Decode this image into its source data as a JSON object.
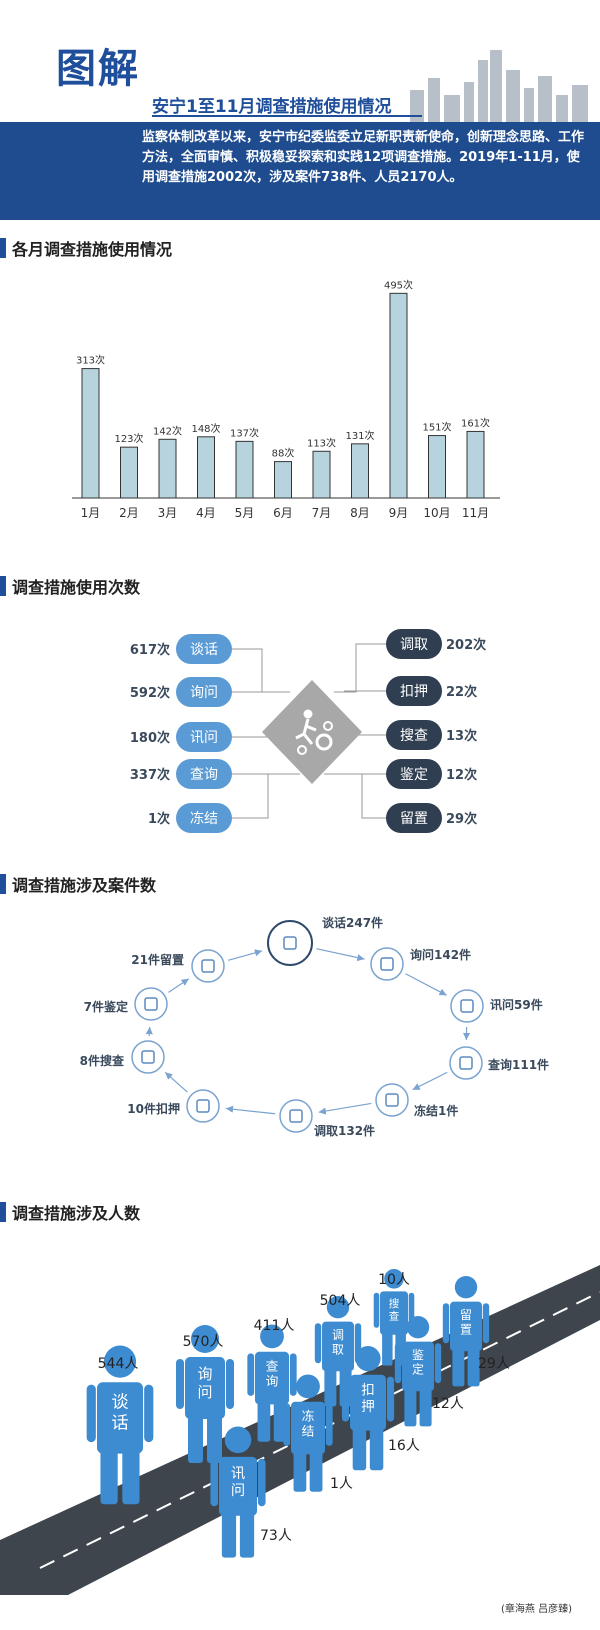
{
  "header": {
    "title": "图解",
    "subtitle": "安宁1至11月调查措施使用情况",
    "summary": "监察体制改革以来，安宁市纪委监委立足新职责新使命，创新理念思路、工作方法，全面审慎、积极稳妥探索和实践12项调查措施。2019年1-11月，使用调查措施2002次，涉及案件738件、人员2170人。"
  },
  "sections": {
    "s1": "各月调查措施使用情况",
    "s2": "调查措施使用次数",
    "s3": "调查措施涉及案件数",
    "s4": "调查措施涉及人数"
  },
  "chart_data": {
    "type": "bar",
    "categories": [
      "1月",
      "2月",
      "3月",
      "4月",
      "5月",
      "6月",
      "7月",
      "8月",
      "9月",
      "10月",
      "11月"
    ],
    "values": [
      313,
      123,
      142,
      148,
      137,
      88,
      113,
      131,
      495,
      151,
      161
    ],
    "data_labels": [
      "313次",
      "123次",
      "142次",
      "148次",
      "137次",
      "88次",
      "113次",
      "131次",
      "495次",
      "151次",
      "161次"
    ],
    "ylim": [
      0,
      520
    ],
    "bar_color": "#b7d4de",
    "title": "",
    "xlabel": "",
    "ylabel": ""
  },
  "usage": {
    "left": [
      {
        "label": "谈话",
        "count": "617次"
      },
      {
        "label": "询问",
        "count": "592次"
      },
      {
        "label": "讯问",
        "count": "180次"
      },
      {
        "label": "查询",
        "count": "337次"
      },
      {
        "label": "冻结",
        "count": "1次"
      }
    ],
    "right": [
      {
        "label": "调取",
        "count": "202次"
      },
      {
        "label": "扣押",
        "count": "22次"
      },
      {
        "label": "搜查",
        "count": "13次"
      },
      {
        "label": "鉴定",
        "count": "12次"
      },
      {
        "label": "留置",
        "count": "29次"
      }
    ],
    "left_color": "#5b9bd5",
    "right_color": "#2f3e50"
  },
  "cases": [
    {
      "label": "谈话247件",
      "icon": "papers-icon"
    },
    {
      "label": "询问142件",
      "icon": "pencil-icon"
    },
    {
      "label": "讯问59件",
      "icon": "gear-icon"
    },
    {
      "label": "查询111件",
      "icon": "monitor-icon"
    },
    {
      "label": "冻结1件",
      "icon": "target-icon"
    },
    {
      "label": "调取132件",
      "icon": "map-icon"
    },
    {
      "label": "10件扣押",
      "icon": "gears-icon"
    },
    {
      "label": "8件搜查",
      "icon": "bulb-icon"
    },
    {
      "label": "7件鉴定",
      "icon": "cloud-icon"
    },
    {
      "label": "21件留置",
      "icon": "megaphone-icon"
    }
  ],
  "people": [
    {
      "label": "谈话",
      "count": "544人"
    },
    {
      "label": "询问",
      "count": "570人"
    },
    {
      "label": "讯问",
      "count": "73人"
    },
    {
      "label": "查询",
      "count": "411人"
    },
    {
      "label": "冻结",
      "count": "1人"
    },
    {
      "label": "调取",
      "count": "504人"
    },
    {
      "label": "扣押",
      "count": "16人"
    },
    {
      "label": "搜查",
      "count": "10人"
    },
    {
      "label": "鉴定",
      "count": "12人"
    },
    {
      "label": "留置",
      "count": "29人"
    }
  ],
  "credit": "(章海燕 吕彦臻)"
}
